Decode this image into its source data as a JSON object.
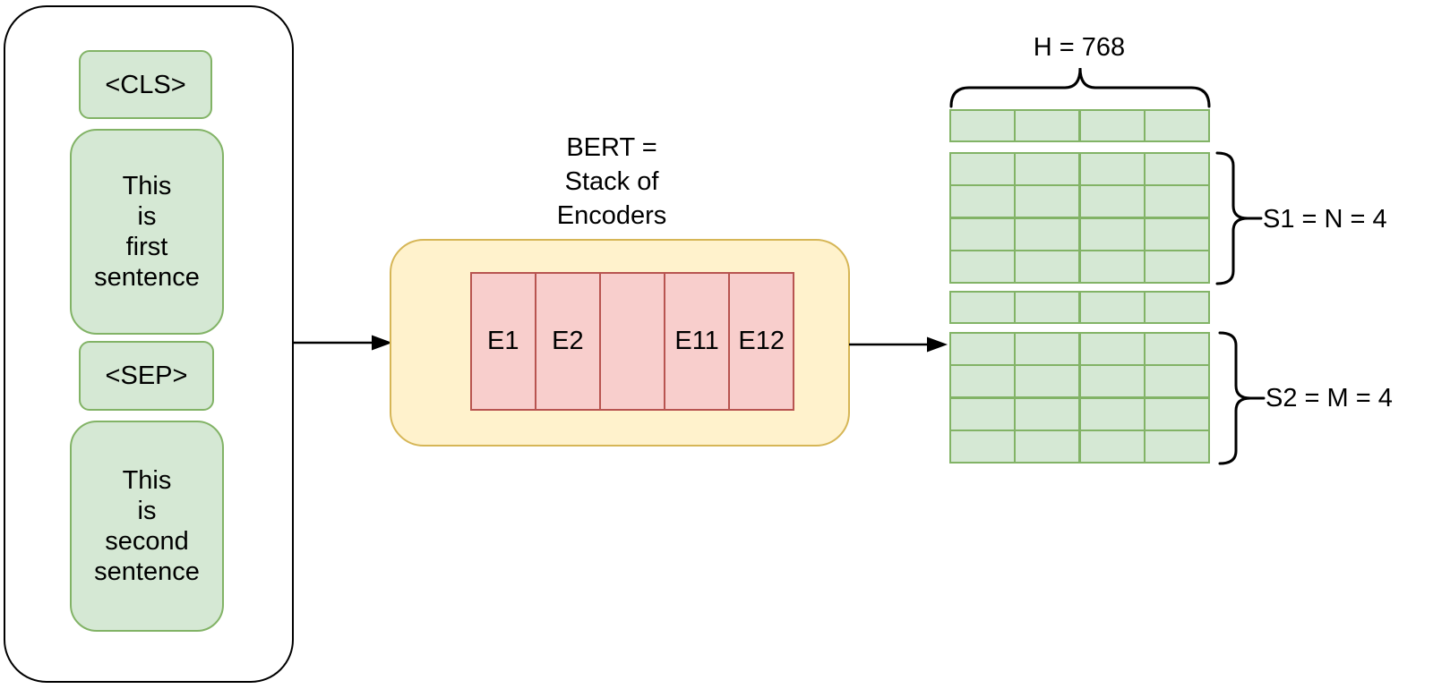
{
  "input_panel": {
    "tokens": [
      {
        "label": "<CLS>"
      },
      {
        "label": "This\nis\nfirst\nsentence"
      },
      {
        "label": "<SEP>"
      },
      {
        "label": "This\nis\nsecond\nsentence"
      }
    ]
  },
  "bert": {
    "title": "BERT =\nStack of\nEncoders",
    "encoders": [
      "E1",
      "E2",
      "",
      "E11",
      "E12"
    ]
  },
  "output_matrix": {
    "width_label": "H = 768",
    "cls_row": {
      "rows": 1,
      "cols": 4
    },
    "s1": {
      "label": "S1 = N = 4",
      "rows": 4,
      "cols": 4
    },
    "sep_row": {
      "rows": 1,
      "cols": 4
    },
    "s2": {
      "label": "S2 = M = 4",
      "rows": 4,
      "cols": 4
    }
  },
  "colors": {
    "green_fill": "#D5E8D4",
    "green_stroke": "#82B366",
    "yellow_fill": "#FFF2CC",
    "yellow_stroke": "#D6B656",
    "red_fill": "#F8CECC",
    "red_stroke": "#B85450",
    "line": "#000000"
  }
}
